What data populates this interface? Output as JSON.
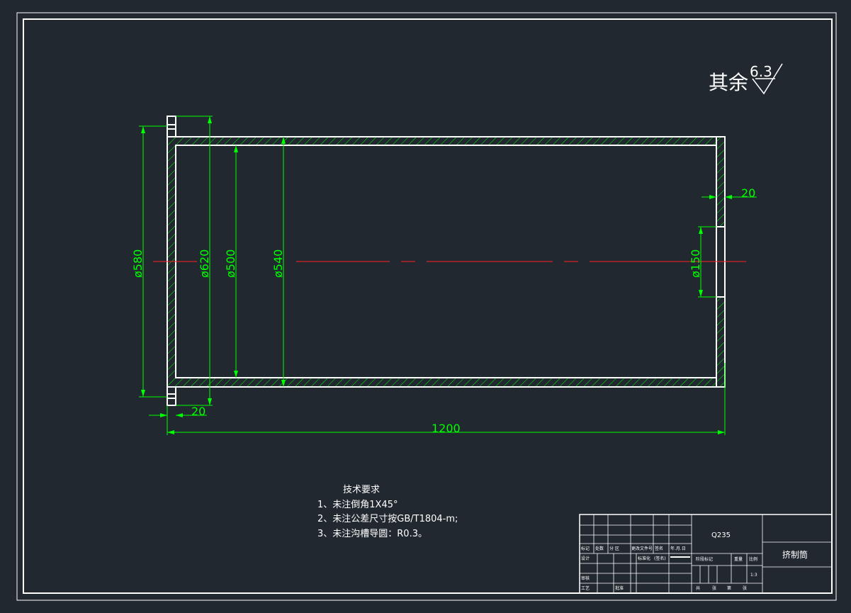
{
  "roughness": {
    "prefix": "其余",
    "value": "6.3"
  },
  "dimensions": {
    "d580": "ø580",
    "d620": "ø620",
    "d500": "ø500",
    "d540": "ø540",
    "d150": "ø150",
    "flange_width": "20",
    "end_wall": "20",
    "length": "1200"
  },
  "notes": {
    "title": "技术要求",
    "items": [
      "1、未注倒角1X45°",
      "2、未注公差尺寸按GB/T1804-m;",
      "3、未注沟槽导圆：R0.3。"
    ]
  },
  "title_block": {
    "material": "Q235",
    "part_name": "挤制筒",
    "scale": "1:3",
    "hdr_mark": "标记",
    "hdr_count": "处数",
    "hdr_zone": "分 区",
    "hdr_docno": "更改文件号",
    "hdr_sign": "签名",
    "hdr_date": "年.月.日",
    "design": "设计",
    "standardize": "标准化",
    "sign2": "(签名)",
    "stage_mark": "阶段标记",
    "weight": "重量",
    "ratio": "比例",
    "review": "审核",
    "process": "工艺",
    "approve": "批准",
    "total": "共",
    "sheets": "张",
    "sheet_no": "第",
    "sheet2": "张"
  },
  "colors": {
    "background": "#212830",
    "outline": "#ffffff",
    "dimension": "#00ff00",
    "centerline": "#ff2020"
  }
}
